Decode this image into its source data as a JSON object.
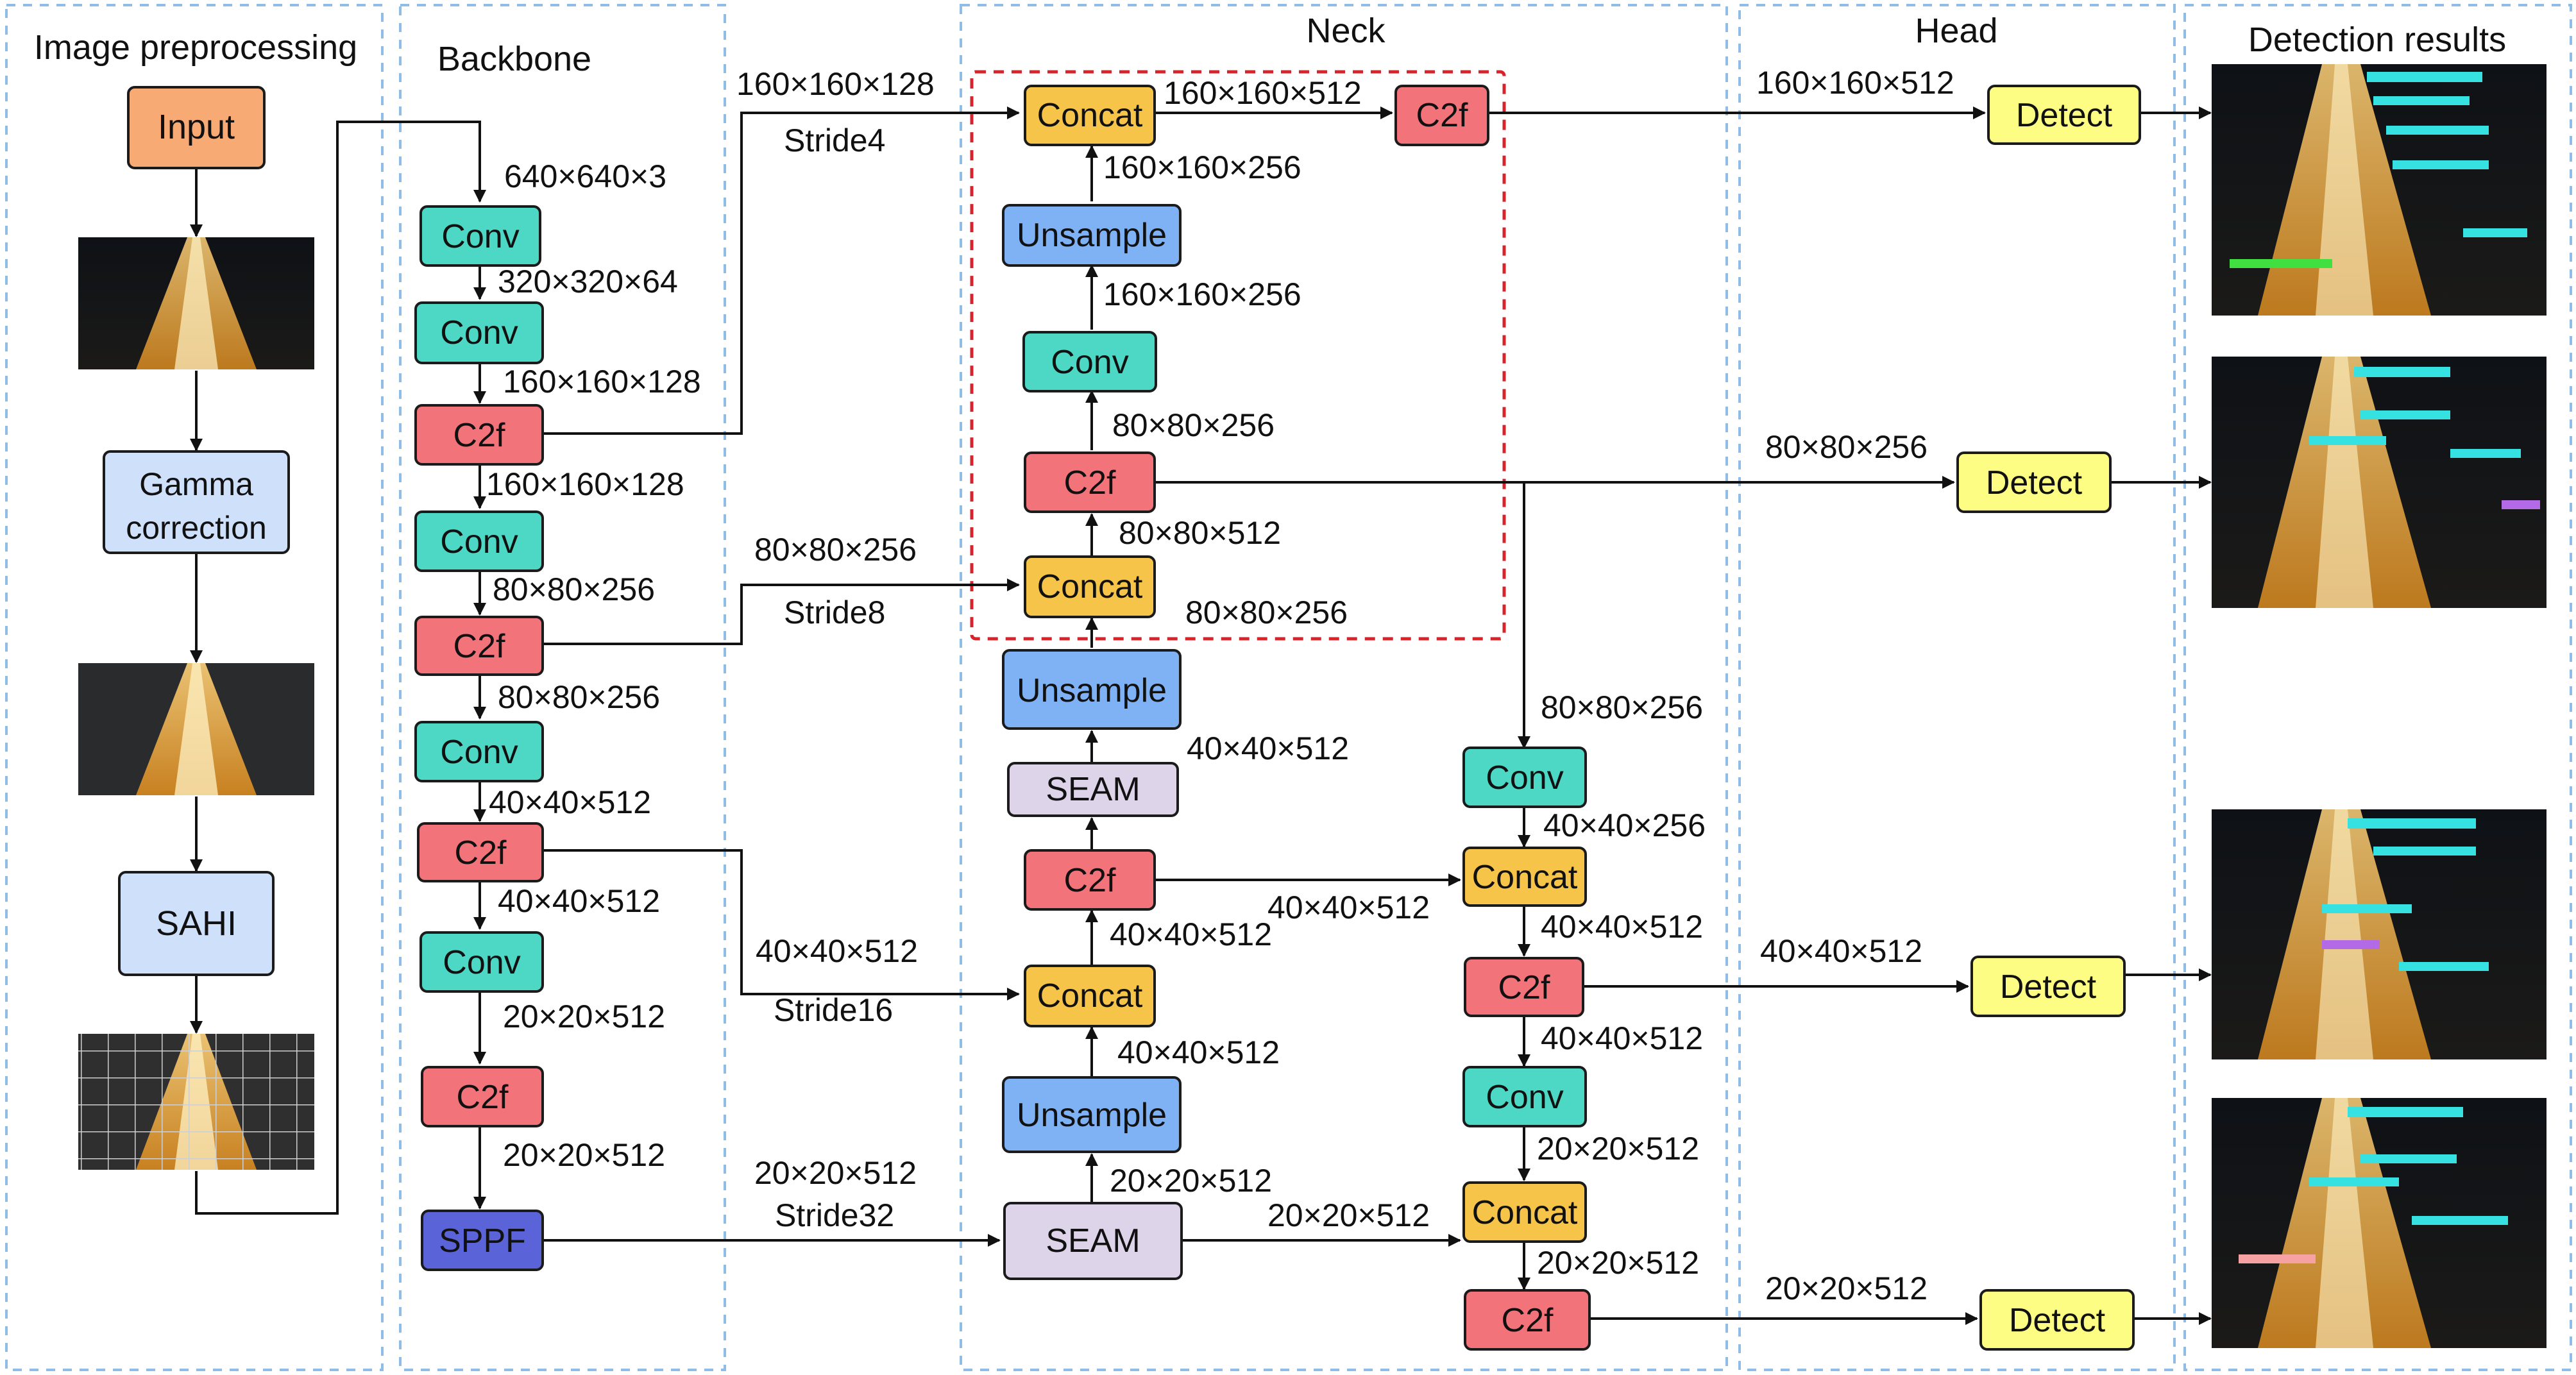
{
  "sections": {
    "preprocessing": "Image preprocessing",
    "backbone": "Backbone",
    "neck": "Neck",
    "head": "Head",
    "results": "Detection results"
  },
  "colors": {
    "input": "#f8aa74",
    "conv": "#4dd8c5",
    "c2f": "#f2737a",
    "sppf": "#5b63d9",
    "concat": "#f7c44a",
    "unsample": "#7fb2f5",
    "seam": "#ded4ea",
    "detect": "#fcfd82",
    "prep": "#cfe0fb",
    "separator": "#8fbde8",
    "focus_box": "#d6242c"
  },
  "nodes": {
    "input": "Input",
    "gamma": "Gamma correction",
    "sahi": "SAHI",
    "b_conv1": "Conv",
    "b_conv2": "Conv",
    "b_c2f1": "C2f",
    "b_conv3": "Conv",
    "b_c2f2": "C2f",
    "b_conv4": "Conv",
    "b_c2f3": "C2f",
    "b_conv5": "Conv",
    "b_c2f4": "C2f",
    "b_sppf": "SPPF",
    "n_concat_top": "Concat",
    "n_c2f_top": "C2f",
    "n_unsample_top": "Unsample",
    "n_conv": "Conv",
    "n_c2f_80": "C2f",
    "n_concat_80": "Concat",
    "n_unsample_80": "Unsample",
    "n_seam_40": "SEAM",
    "n_c2f_40": "C2f",
    "n_concat_40": "Concat",
    "n_unsample_40": "Unsample",
    "n_seam_20": "SEAM",
    "r_conv1": "Conv",
    "r_concat1": "Concat",
    "r_c2f1": "C2f",
    "r_conv2": "Conv",
    "r_concat2": "Concat",
    "r_c2f2": "C2f",
    "detect1": "Detect",
    "detect2": "Detect",
    "detect3": "Detect",
    "detect4": "Detect"
  },
  "labels": {
    "b_in": "640×640×3",
    "b_conv1_out": "320×320×64",
    "b_conv2_out": "160×160×128",
    "b_c2f1_out": "160×160×128",
    "b_conv3_out": "80×80×256",
    "b_c2f2_out": "80×80×256",
    "b_conv4_out": "40×40×512",
    "b_c2f3_out": "40×40×512",
    "b_conv5_out": "20×20×512",
    "b_c2f4_out": "20×20×512",
    "tap1_dims": "160×160×128",
    "tap1_stride": "Stride4",
    "tap2_dims": "80×80×256",
    "tap2_stride": "Stride8",
    "tap3_dims": "40×40×512",
    "tap3_stride": "Stride16",
    "tap4_dims": "20×20×512",
    "tap4_stride": "Stride32",
    "n_top_out": "160×160×512",
    "n_unsample_top_out": "160×160×256",
    "n_conv_out": "160×160×256",
    "n_c2f80_in": "80×80×256",
    "n_concat80_out": "80×80×512",
    "n_concat80_side": "80×80×256",
    "n_seam40_out": "40×40×512",
    "n_concat40_out": "40×40×512",
    "n_unsample40_in": "40×40×512",
    "n_seam20_out": "20×20×512",
    "n_c2f40_to_concat": "40×40×512",
    "r_conv1_in": "80×80×256",
    "r_conv1_out": "40×40×256",
    "r_concat1_out": "40×40×512",
    "r_c2f1_out": "40×40×512",
    "r_conv2_out": "20×20×512",
    "r_concat2_in": "20×20×512",
    "r_concat2_out": "20×20×512",
    "h1": "160×160×512",
    "h2": "80×80×256",
    "h3": "40×40×512",
    "h4": "20×20×512"
  }
}
